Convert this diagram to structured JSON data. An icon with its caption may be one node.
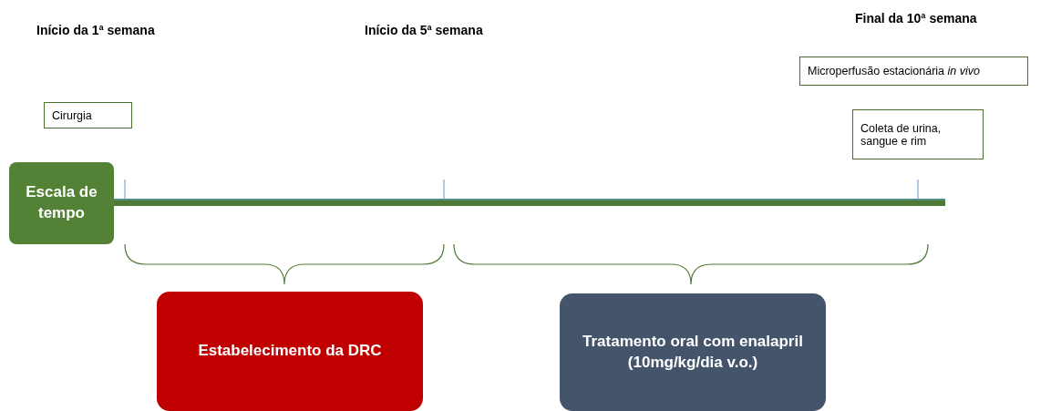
{
  "diagram": {
    "nodes": [
      {
        "text": [
          "Cirurgia"
        ]
      },
      {
        "text": [
          "Microperfusão estacionária *in vivo*"
        ]
      },
      {
        "text": [
          "Coleta de urina, sangue e rim"
        ]
      },
      {
        "text": [
          "Escala de tempo"
        ]
      },
      {
        "text": [
          "Estabelecimento da DRC"
        ]
      },
      {
        "text": [
          "Tratamento oral com enalapril (10mg/kg/dia v.o.)"
        ]
      }
    ],
    "labels": [
      "Início da 1ª semana",
      "Início da 5ª semana",
      "Final da 10ª semana"
    ]
  }
}
